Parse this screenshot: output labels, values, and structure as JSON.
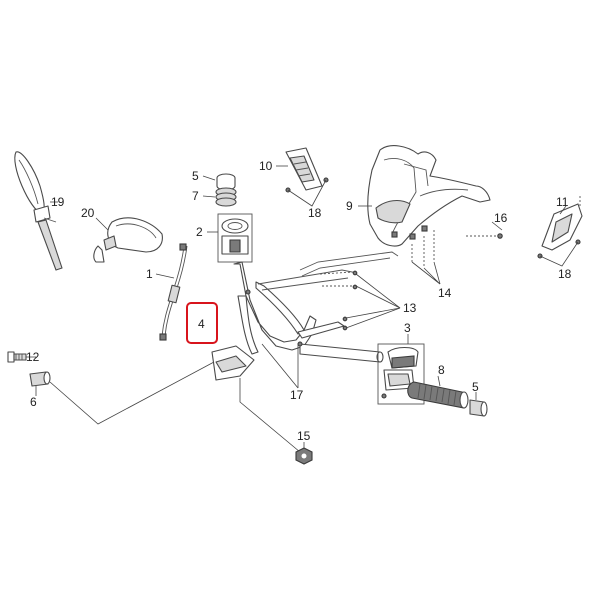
{
  "diagram": {
    "highlight_color": "#d8141c",
    "callouts": {
      "n1": "1",
      "n2": "2",
      "n3": "3",
      "n4": "4",
      "n5a": "5",
      "n5b": "5",
      "n6": "6",
      "n7": "7",
      "n8": "8",
      "n9": "9",
      "n10": "10",
      "n11": "11",
      "n12": "12",
      "n13": "13",
      "n14": "14",
      "n15": "15",
      "n16": "16",
      "n17": "17",
      "n18a": "18",
      "n18b": "18",
      "n19": "19",
      "n20": "20"
    }
  }
}
